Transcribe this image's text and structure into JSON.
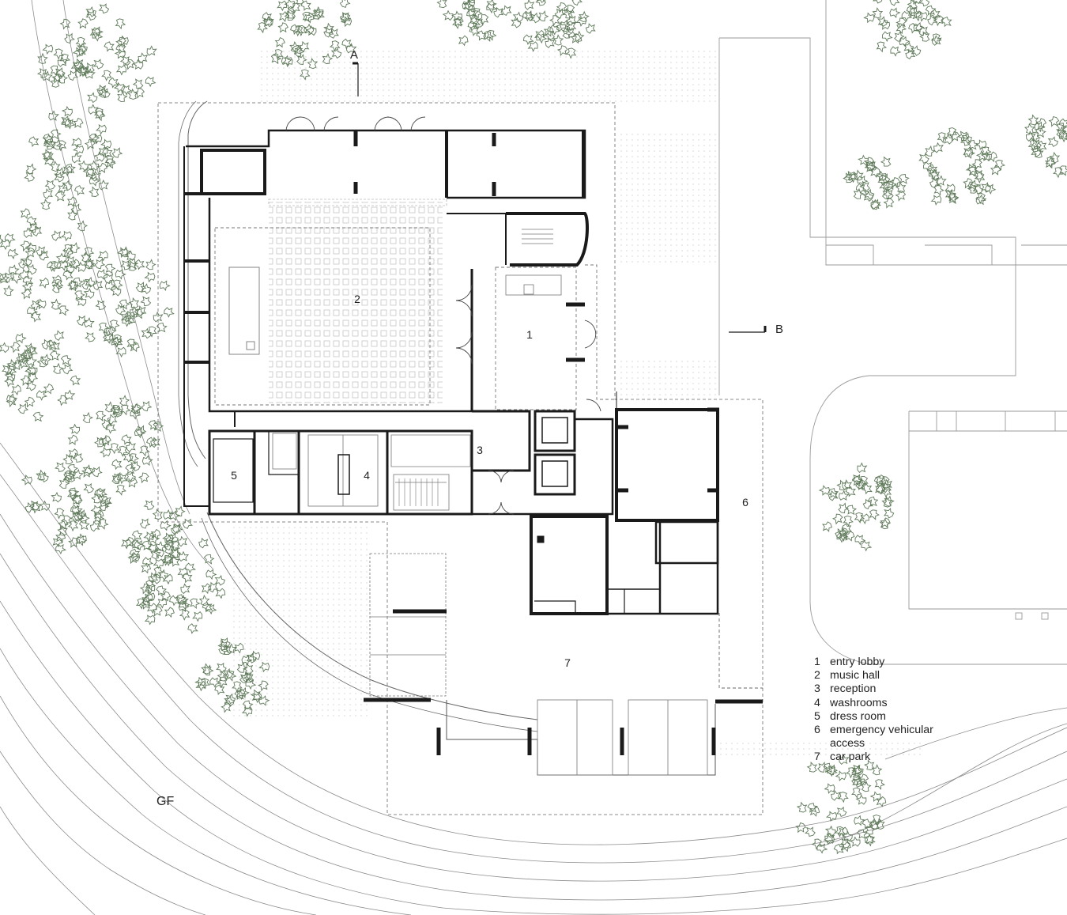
{
  "plan": {
    "level_label": "GF",
    "section_markers": {
      "a": "A",
      "b": "B"
    },
    "room_numbers": [
      "1",
      "2",
      "3",
      "4",
      "5",
      "6",
      "7"
    ],
    "colors": {
      "line": "#1a1a1a",
      "thin_line": "#555555",
      "contour": "#8c8c8c",
      "tree": "#5f7a5a",
      "hatch": "#b9b9b9"
    }
  },
  "legend": [
    {
      "num": "1",
      "text": "entry lobby"
    },
    {
      "num": "2",
      "text": "music hall"
    },
    {
      "num": "3",
      "text": "reception"
    },
    {
      "num": "4",
      "text": "washrooms"
    },
    {
      "num": "5",
      "text": "dress room"
    },
    {
      "num": "6",
      "text": "emergency vehicular access"
    },
    {
      "num": "7",
      "text": "car park"
    }
  ]
}
